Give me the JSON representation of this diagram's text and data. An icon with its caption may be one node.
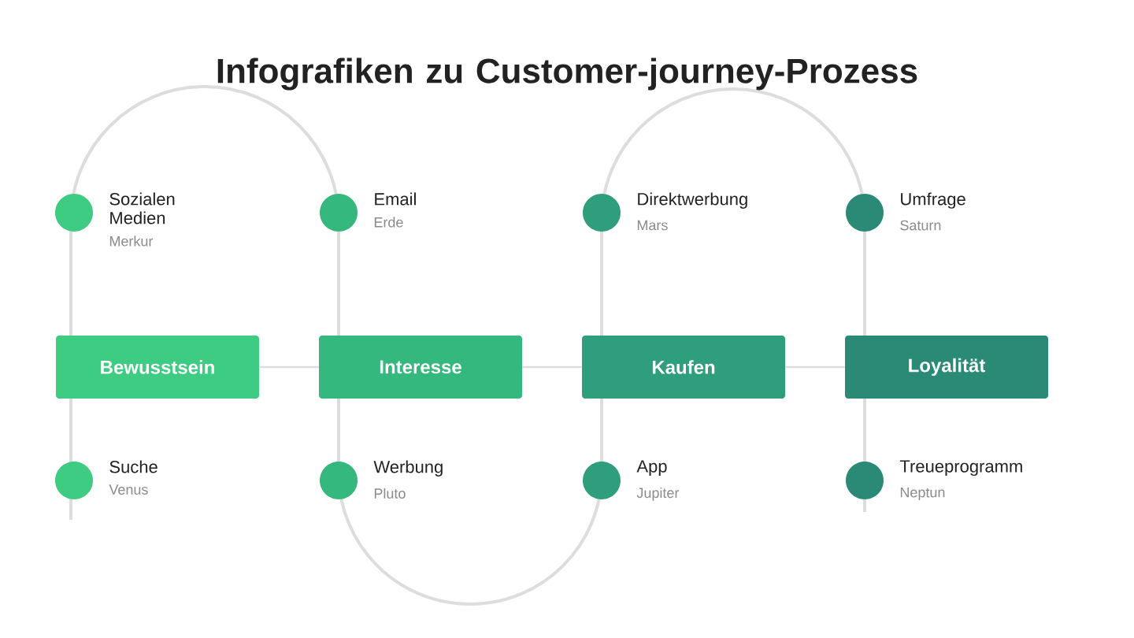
{
  "diagram": {
    "title": "Infografiken zu Customer-journey-Prozess",
    "nodes": [
      {
        "text": [
          "Bewusstsein"
        ]
      },
      {
        "text": [
          "Interesse"
        ]
      },
      {
        "text": [
          "Kaufen"
        ]
      },
      {
        "text": [
          "Loyalität"
        ]
      },
      {
        "text": [],
        "shape": "circle",
        "beside": [
          "Sozialen Medien",
          "Merkur"
        ]
      },
      {
        "text": [],
        "shape": "circle",
        "beside": [
          "Email",
          "Erde"
        ]
      },
      {
        "text": [],
        "shape": "circle",
        "beside": [
          "Direktwerbung",
          "Mars"
        ]
      },
      {
        "text": [],
        "shape": "circle",
        "beside": [
          "Umfrage",
          "Saturn"
        ]
      },
      {
        "text": [],
        "shape": "circle",
        "beside": [
          "Suche",
          "Venus"
        ]
      },
      {
        "text": [],
        "shape": "circle",
        "beside": [
          "Werbung",
          "Pluto"
        ]
      },
      {
        "text": [],
        "shape": "circle",
        "beside": [
          "App",
          "Jupiter"
        ]
      },
      {
        "text": [],
        "shape": "circle",
        "beside": [
          "Treueprogramm",
          "Neptun"
        ]
      }
    ],
    "edges": [
      {
        "from": 0,
        "to": 1,
        "arrow": "none"
      },
      {
        "from": 1,
        "to": 2,
        "arrow": "none"
      },
      {
        "from": 2,
        "to": 3,
        "arrow": "none"
      }
    ]
  }
}
